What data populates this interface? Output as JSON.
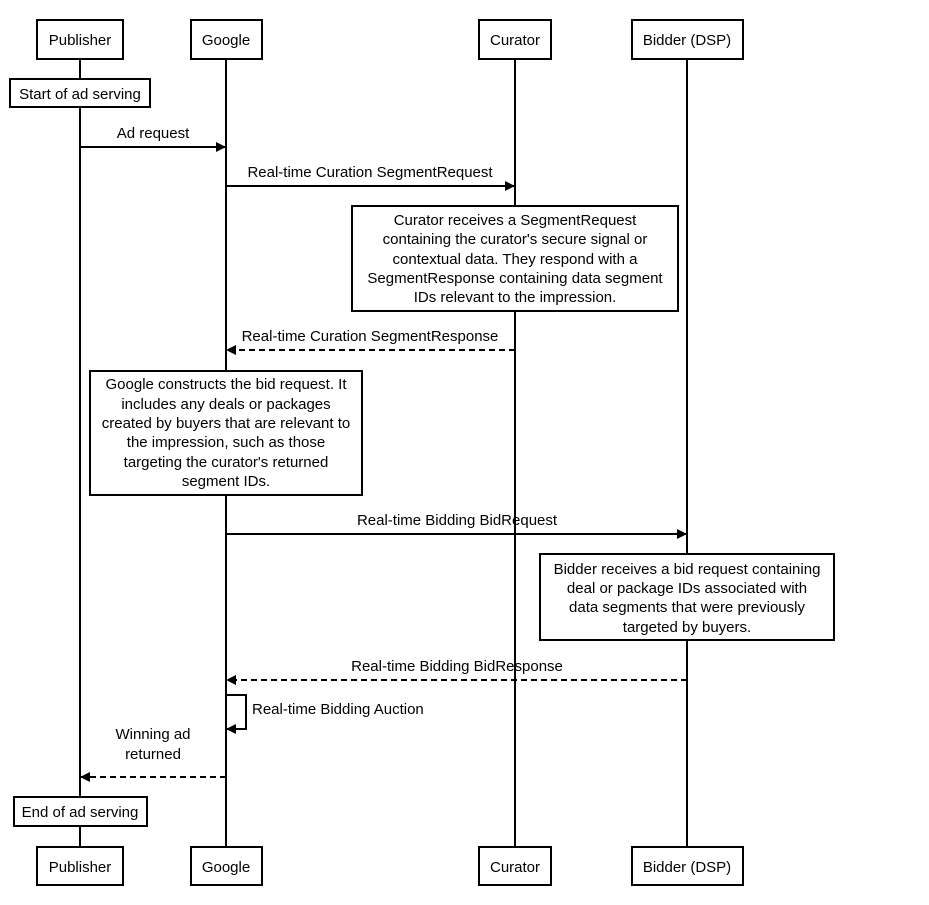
{
  "participants": [
    "Publisher",
    "Google",
    "Curator",
    "Bidder (DSP)"
  ],
  "start_label": "Start of ad serving",
  "end_label": "End of ad serving",
  "messages": {
    "ad_request": "Ad request",
    "segment_request": "Real-time Curation SegmentRequest",
    "segment_response": "Real-time Curation SegmentResponse",
    "bid_request": "Real-time Bidding BidRequest",
    "bid_response": "Real-time Bidding BidResponse",
    "auction": "Real-time Bidding Auction",
    "winning_ad": [
      "Winning ad",
      "returned"
    ]
  },
  "notes": {
    "curator": [
      "Curator receives a SegmentRequest",
      "containing the curator's secure signal or",
      "contextual data. They respond with a",
      "SegmentResponse containing data segment",
      "IDs relevant to the impression."
    ],
    "google": [
      "Google constructs the bid request. It",
      "includes any deals or packages",
      "created by buyers that are relevant to",
      "the impression, such as those",
      "targeting the curator's returned",
      "segment IDs."
    ],
    "bidder": [
      "Bidder receives a bid request containing",
      "deal or package IDs associated with",
      "data segments that were previously",
      "targeted by buyers."
    ]
  }
}
